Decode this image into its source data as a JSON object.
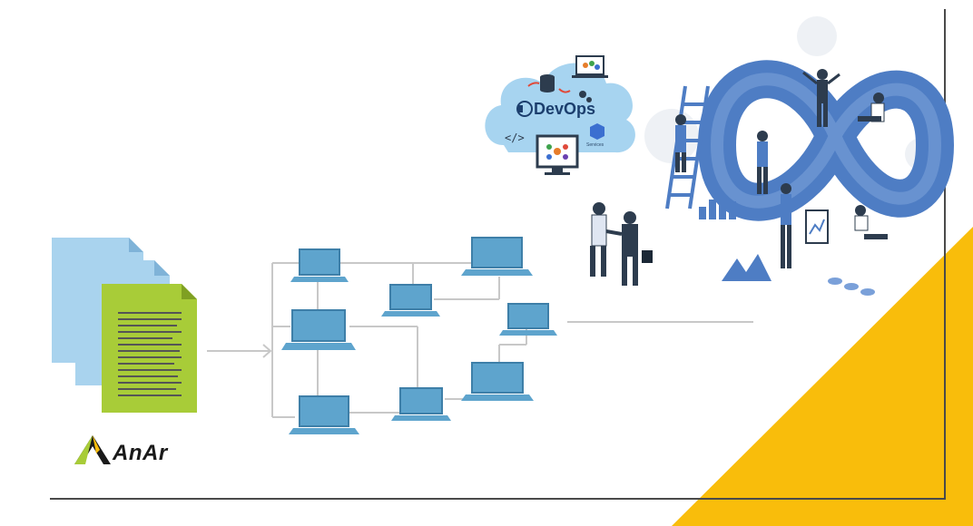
{
  "logo": {
    "text": "AnAr"
  },
  "cloud": {
    "text_dev": "Dev",
    "text_ops": "Ops",
    "services_label": "Services"
  },
  "colors": {
    "accent_yellow": "#f9bd0b",
    "doc_blue": "#a9d3ee",
    "doc_green": "#a8cc38",
    "laptop_blue": "#5ea4cd",
    "network_line": "#c8c8c8",
    "devops_blue": "#4e7dc4",
    "cloud_blue": "#a7d4f0"
  }
}
